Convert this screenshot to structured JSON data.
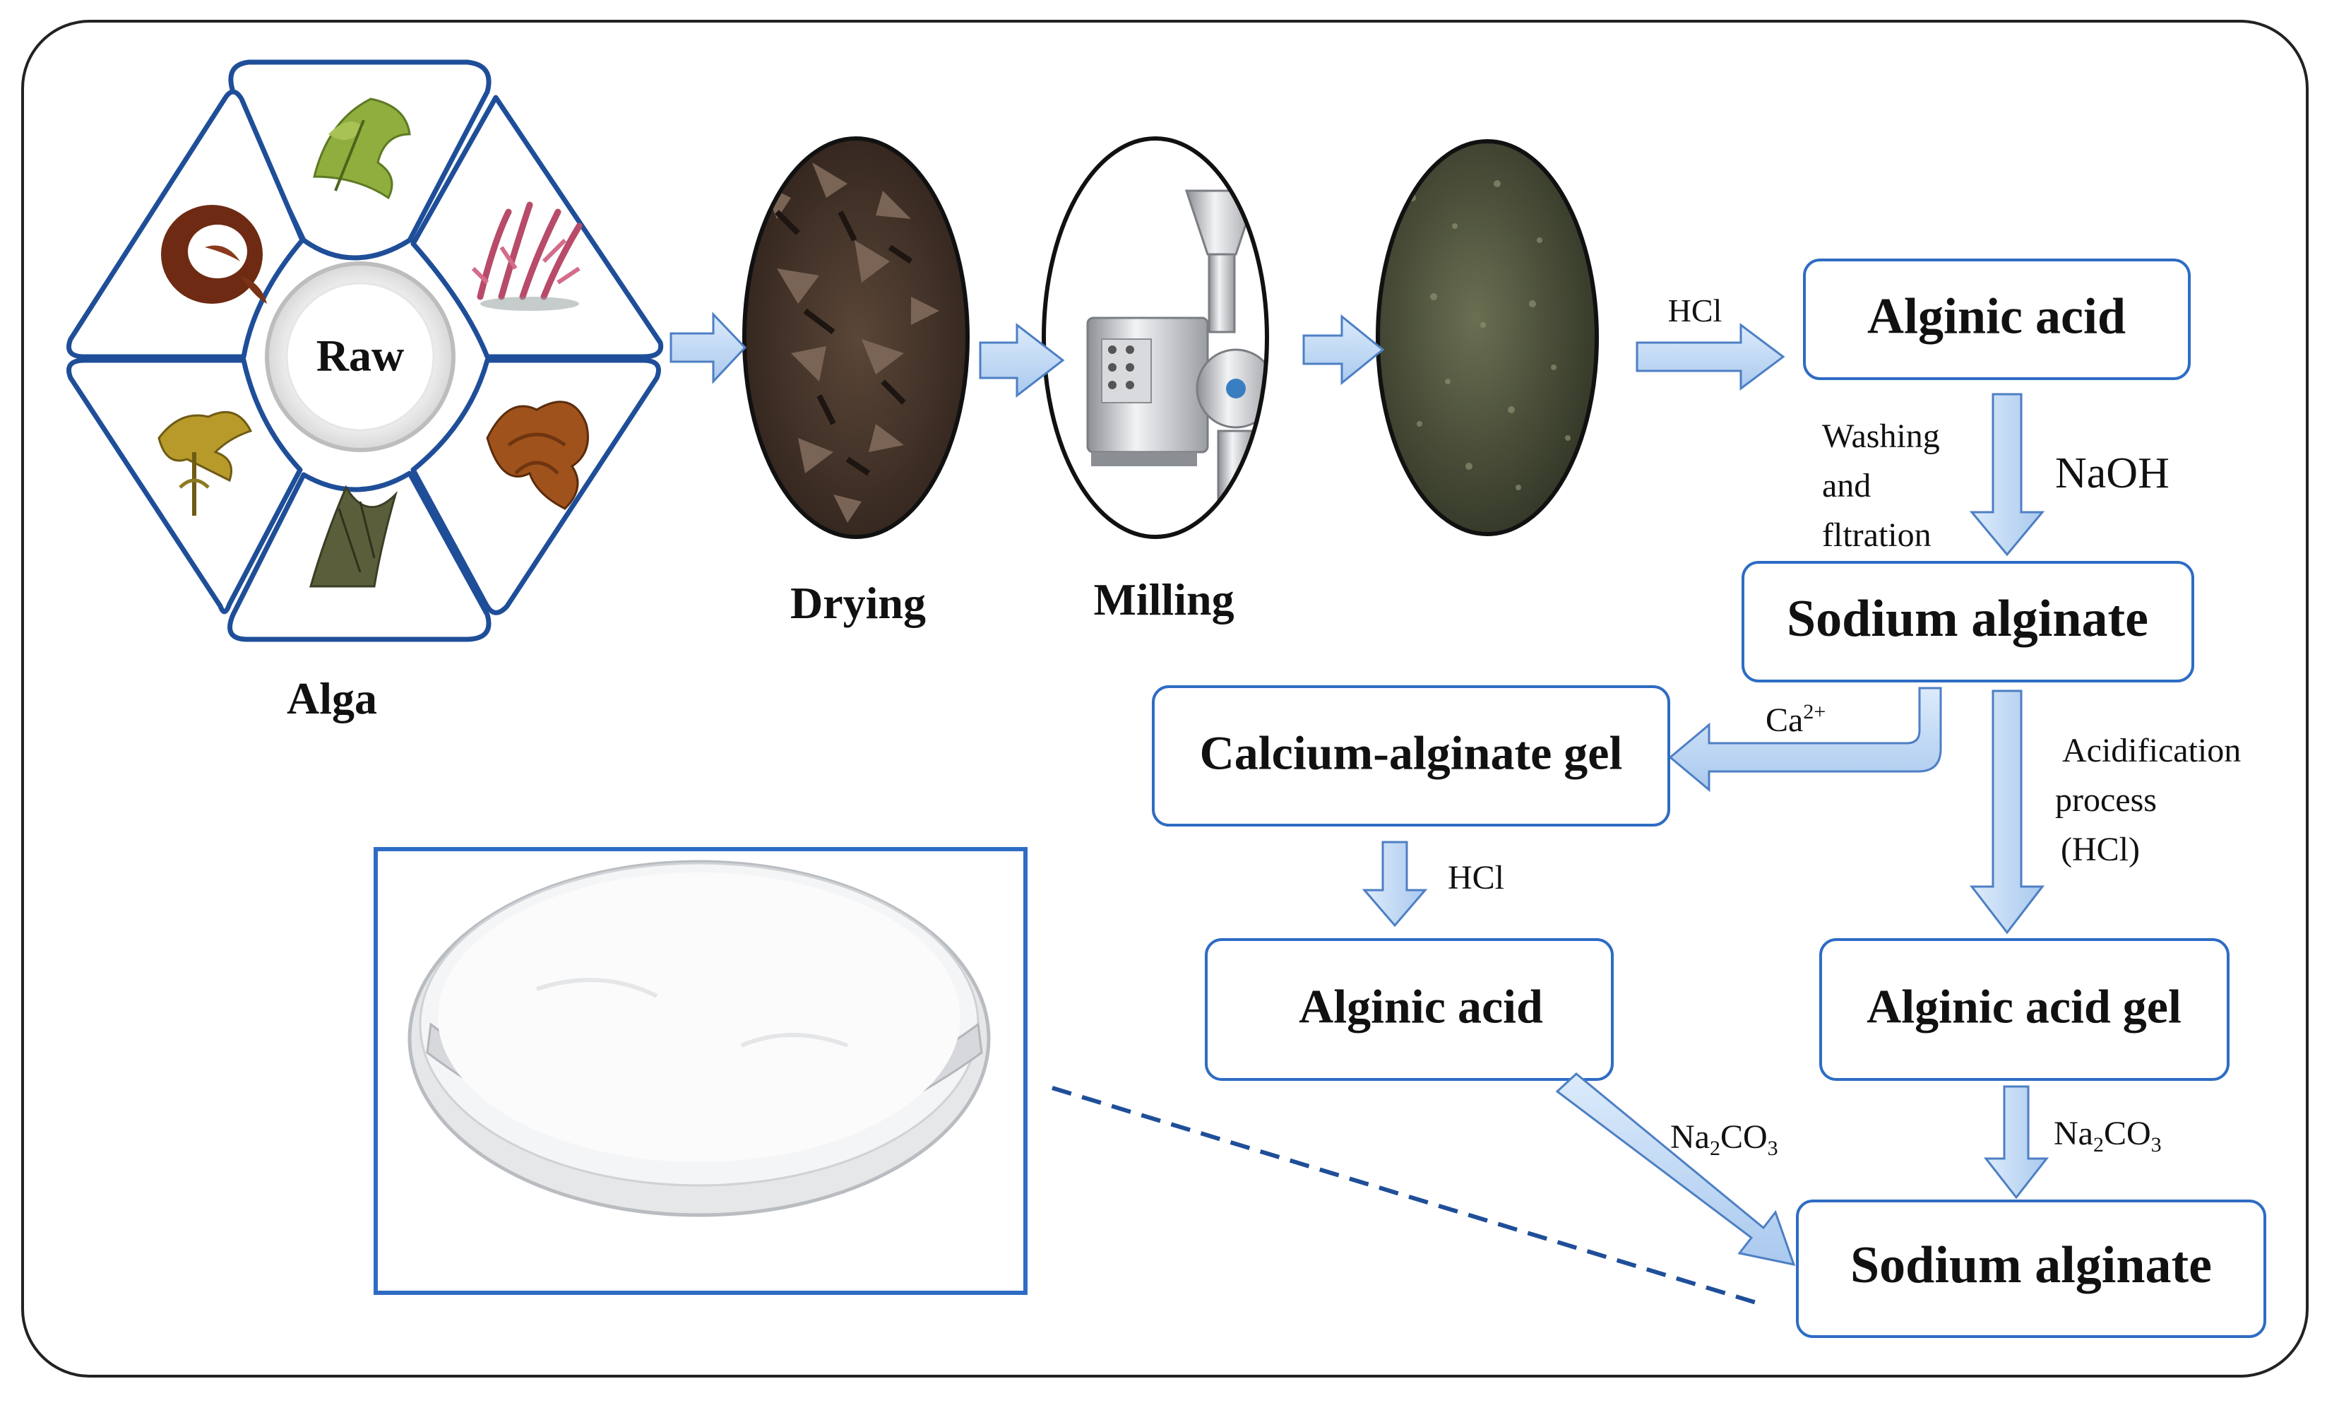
{
  "labels": {
    "raw": "Raw",
    "alga": "Alga",
    "drying": "Drying",
    "milling": "Milling"
  },
  "boxes": {
    "alginic_acid_top": "Alginic acid",
    "sodium_alginate_mid": "Sodium alginate",
    "calcium_alginate_gel": "Calcium-alginate gel",
    "alginic_acid_left": "Alginic acid",
    "alginic_acid_gel": "Alginic acid gel",
    "sodium_alginate_final": "Sodium alginate"
  },
  "reagents": {
    "hcl_1": "HCl",
    "washing_line1": "Washing",
    "washing_line2": "and",
    "washing_line3": "fltration",
    "naoh": "NaOH",
    "ca_base": "Ca",
    "ca_sup": "2+",
    "acid_line1": "Acidification",
    "acid_line2": "process",
    "acid_line3": "(HCl)",
    "hcl_2": "HCl",
    "na2co3_left": {
      "a": "Na",
      "b": "2",
      "c": "CO",
      "d": "3"
    },
    "na2co3_right": {
      "a": "Na",
      "b": "2",
      "c": "CO",
      "d": "3"
    }
  },
  "colors": {
    "arrow_fill": "#c6dcf4",
    "arrow_stroke": "#4d7fc4",
    "box_stroke": "#2e6cc4",
    "frame_stroke": "#222222",
    "hex_stroke": "#1f4e99"
  },
  "icons": [
    "red-alga-icon",
    "green-alga-icon",
    "pink-alga-icon",
    "brown-alga-icon",
    "dark-alga-icon",
    "yellow-alga-icon",
    "dried-algae-icon",
    "mill-machine-icon",
    "algae-powder-icon",
    "alginate-powder-dish-icon"
  ]
}
